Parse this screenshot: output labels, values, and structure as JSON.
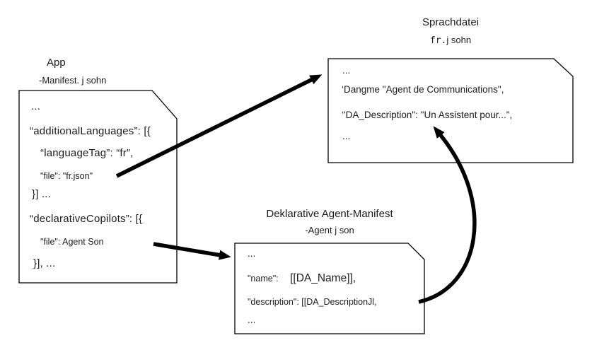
{
  "canvas": {
    "background": "#ffffff",
    "stroke_color": "#000000"
  },
  "app_box": {
    "title": "App",
    "subtitle": "-Manifest. j sohn",
    "lines": {
      "l1": "...",
      "l2": "“additionalLanguages”: [{",
      "l3": "“languageTag”: “fr”,",
      "l4": "\"file\": \"fr.json\"",
      "l5": "}] ...",
      "l6": "“declarativeCopilots”: [{",
      "l7": "\"file\": Agent Son",
      "l8": "}], ..."
    }
  },
  "language_box": {
    "title": "Sprachdatei",
    "filename_code": "fr.",
    "filename_rest": "j sohn",
    "lines": {
      "l1": "...",
      "l2": "‘Dangme \"Agent de Communications\",",
      "l3": "‘'DA_Description\": \"Un Assistent pour...\",",
      "l4": "..."
    }
  },
  "agent_box": {
    "title": "Deklarative Agent-Manifest",
    "subtitle": "-Agent j son",
    "lines": {
      "l1": "...",
      "l2_key": "\"name\":",
      "l2_value": "[[DA_Name]],",
      "l3": "\"description\": [[DA_DescriptionJl,",
      "l4": "..."
    }
  }
}
